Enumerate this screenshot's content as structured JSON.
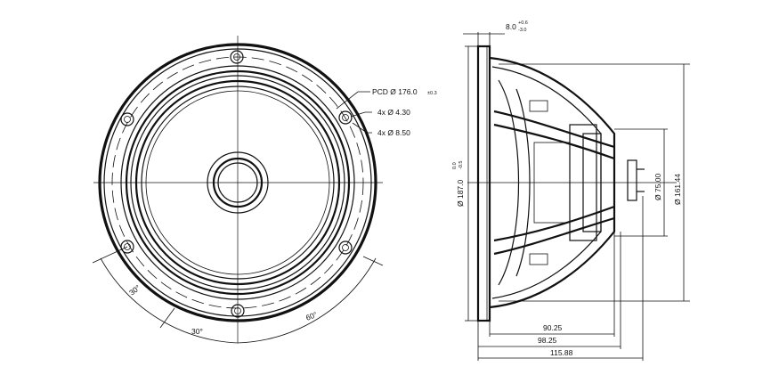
{
  "front_view": {
    "pcd_label": "PCD Ø 176.0",
    "pcd_tol": "±0.3",
    "holes_small_label": "4x Ø 4.30",
    "holes_large_label": "4x Ø 8.50",
    "angle_30_a": "30°",
    "angle_30_b": "30°",
    "angle_60": "60°"
  },
  "side_view": {
    "flange_thickness": "8.0",
    "flange_tol_up": "+0.6",
    "flange_tol_down": "-3.0",
    "outer_diameter": "Ø 187.0",
    "outer_tol_up": "0.0",
    "outer_tol_down": "-0.5",
    "diameter_75": "Ø 75.00",
    "diameter_161": "Ø 161.44",
    "depth_1": "90.25",
    "depth_2": "98.25",
    "depth_3": "115.88"
  }
}
